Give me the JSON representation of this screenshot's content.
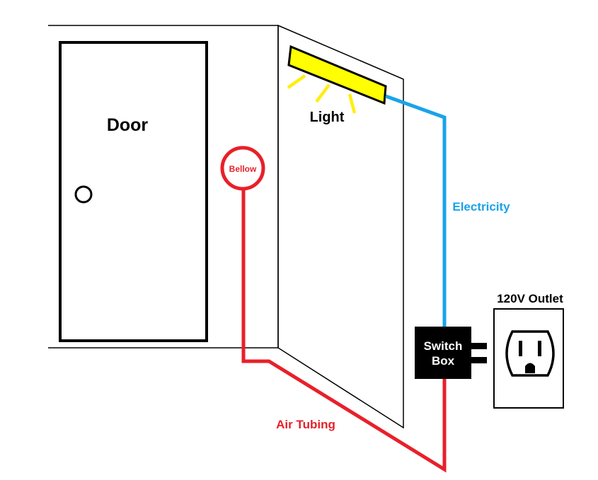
{
  "diagram": {
    "labels": {
      "door": "Door",
      "light": "Light",
      "bellow": "Bellow",
      "electricity": "Electricity",
      "outlet": "120V Outlet",
      "switch_box_line1": "Switch",
      "switch_box_line2": "Box",
      "air_tubing": "Air Tubing"
    },
    "colors": {
      "outline": "#000000",
      "light_fill": "#ffff00",
      "light_rays": "#ffee11",
      "electricity_wire": "#1aa3e8",
      "air_tubing": "#e8202a",
      "switch_box_fill": "#000000",
      "switch_box_text": "#ffffff"
    }
  }
}
